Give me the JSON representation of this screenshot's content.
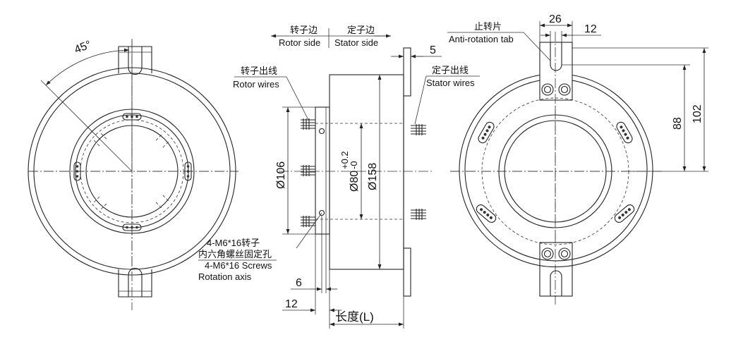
{
  "front_view": {
    "angle_label": "45°"
  },
  "side_view": {
    "rotor_side_cn": "转子边",
    "rotor_side_en": "Rotor side",
    "stator_side_cn": "定子边",
    "stator_side_en": "Stator side",
    "rotor_wires_cn": "转子出线",
    "rotor_wires_en": "Rotor wires",
    "stator_wires_cn": "定子出线",
    "stator_wires_en": "Stator wires",
    "dim_flange": "5",
    "dim_d106": "Ø106",
    "dim_d80": "Ø80",
    "dim_tol_upper": "+0.2",
    "dim_tol_lower": "-0",
    "dim_d158": "Ø158",
    "screws_cn_1": "4-M6*16转子",
    "screws_cn_2": "内六角螺丝固定孔",
    "screws_en": "4-M6*16 Screws",
    "rotation_axis": "Rotation axis",
    "dim_6": "6",
    "dim_12": "12",
    "length_label": "长度(L)"
  },
  "back_view": {
    "tab_cn": "止转片",
    "tab_en": "Anti-rotation tab",
    "dim_26": "26",
    "dim_12": "12",
    "dim_88": "88",
    "dim_102": "102"
  }
}
